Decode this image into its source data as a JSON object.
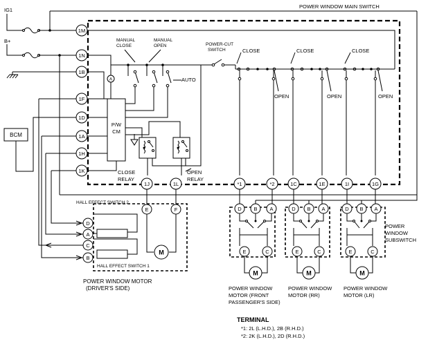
{
  "title": "POWER WINDOW MAIN SWITCH",
  "power": {
    "ig1": "IG1",
    "bplus": "B+"
  },
  "bcm": "BCM",
  "pwcm": {
    "line1": "P/W",
    "line2": "CM"
  },
  "main_terminals": [
    "1M",
    "1N",
    "1B",
    "1F",
    "1D",
    "1A",
    "1H",
    "1K"
  ],
  "bottom_terminals": [
    "1J",
    "1L",
    "*1",
    "*2",
    "1C",
    "1E",
    "1I",
    "1G"
  ],
  "labels": {
    "manual_close": [
      "MANUAL",
      "CLOSE"
    ],
    "manual_open": [
      "MANUAL",
      "OPEN"
    ],
    "auto": "AUTO",
    "power_cut": [
      "POWER-CUT",
      "SWITCH"
    ],
    "close": "CLOSE",
    "open": "OPEN",
    "close_relay": [
      "CLOSE",
      "RELAY"
    ],
    "open_relay": [
      "OPEN",
      "RELAY"
    ],
    "hall2": "HALL EFFECT SWITCH 2",
    "hall1": "HALL EFFECT SWITCH 1",
    "driver_motor": [
      "POWER WINDOW MOTOR",
      "(DRIVER'S SIDE)"
    ],
    "subswitch": [
      "POWER",
      "WINDOW",
      "SUBSWITCH"
    ],
    "motor_front": [
      "POWER WINDOW",
      "MOTOR (FRONT",
      "PASSENGER'S SIDE)"
    ],
    "motor_rr": [
      "POWER WINDOW",
      "MOTOR (RR)"
    ],
    "motor_lr": [
      "POWER WINDOW",
      "MOTOR (LR)"
    ],
    "motor_symbol": "M",
    "ammeter": "A"
  },
  "motor_terminals": {
    "top": [
      "E",
      "F"
    ],
    "side": [
      "D",
      "A",
      "C",
      "B"
    ]
  },
  "sub_terminals": {
    "top": [
      "D",
      "B",
      "A"
    ],
    "bottom": [
      "E",
      "C"
    ]
  },
  "terminal_notes": {
    "heading": "TERMINAL",
    "note1": "*1: 2L (L.H.D.), 2B (R.H.D.)",
    "note2": "*2: 2K (L.H.D.), 2D (R.H.D.)"
  }
}
